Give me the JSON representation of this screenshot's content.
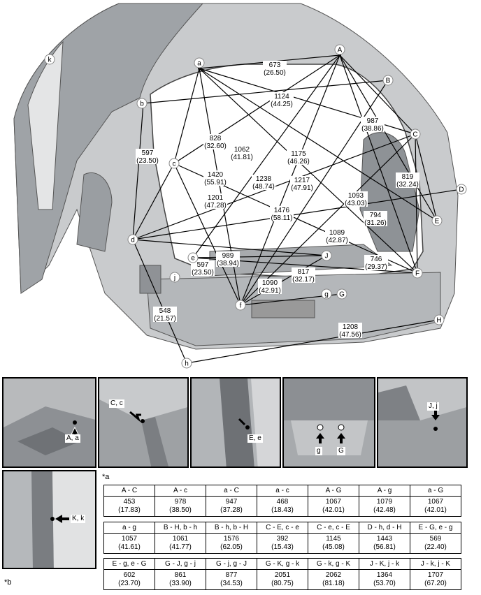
{
  "points": {
    "A": "A",
    "a": "a",
    "B": "B",
    "b": "b",
    "C": "C",
    "c": "c",
    "D": "D",
    "d": "d",
    "E": "E",
    "e": "e",
    "F": "F",
    "f": "f",
    "G": "G",
    "g": "g",
    "h": "h",
    "H": "H",
    "J": "J",
    "j": "j",
    "k": "k"
  },
  "dims": [
    {
      "mm": "673",
      "in": "(26.50)"
    },
    {
      "mm": "1124",
      "in": "(44.25)"
    },
    {
      "mm": "987",
      "in": "(38.86)"
    },
    {
      "mm": "828",
      "in": "(32.60)"
    },
    {
      "mm": "597",
      "in": "(23.50)"
    },
    {
      "mm": "1062",
      "in": "(41.81)"
    },
    {
      "mm": "1175",
      "in": "(46.26)"
    },
    {
      "mm": "819",
      "in": "(32.24)"
    },
    {
      "mm": "1420",
      "in": "(55.91)"
    },
    {
      "mm": "1201",
      "in": "(47.28)"
    },
    {
      "mm": "1238",
      "in": "(48.74)"
    },
    {
      "mm": "1217",
      "in": "(47.91)"
    },
    {
      "mm": "1093",
      "in": "(43.03)"
    },
    {
      "mm": "1476",
      "in": "(58.11)"
    },
    {
      "mm": "794",
      "in": "(31.26)"
    },
    {
      "mm": "1089",
      "in": "(42.87)"
    },
    {
      "mm": "989",
      "in": "(38.94)"
    },
    {
      "mm": "746",
      "in": "(29.37)"
    },
    {
      "mm": "597",
      "in": "(23.50)"
    },
    {
      "mm": "817",
      "in": "(32.17)"
    },
    {
      "mm": "1090",
      "in": "(42.91)"
    },
    {
      "mm": "548",
      "in": "(21.57)"
    },
    {
      "mm": "1208",
      "in": "(47.56)"
    }
  ],
  "details": {
    "Aa": "A, a",
    "Cc": "C, c",
    "Ee": "E, e",
    "g": "g",
    "G": "G",
    "Jj": "J, j",
    "Kk": "K, k"
  },
  "table_label": "*a",
  "fig_label": "*b",
  "table": [
    {
      "h": [
        "A - C",
        "A - c",
        "a - C",
        "a - c",
        "A - G",
        "A - g",
        "a - G"
      ],
      "mm": [
        "453",
        "978",
        "947",
        "468",
        "1067",
        "1079",
        "1067"
      ],
      "in": [
        "(17.83)",
        "(38.50)",
        "(37.28)",
        "(18.43)",
        "(42.01)",
        "(42.48)",
        "(42.01)"
      ]
    },
    {
      "h": [
        "a - g",
        "B - H, b - h",
        "B - h, b - H",
        "C - E, c - e",
        "C - e, c - E",
        "D - h, d - H",
        "E - G, e - g"
      ],
      "mm": [
        "1057",
        "1061",
        "1576",
        "392",
        "1145",
        "1443",
        "569"
      ],
      "in": [
        "(41.61)",
        "(41.77)",
        "(62.05)",
        "(15.43)",
        "(45.08)",
        "(56.81)",
        "(22.40)"
      ]
    },
    {
      "h": [
        "E - g, e - G",
        "G - J, g - j",
        "G - j, g - J",
        "G - K, g - k",
        "G - k, g - K",
        "J - K, j - k",
        "J - k, j - K"
      ],
      "mm": [
        "602",
        "861",
        "877",
        "2051",
        "2062",
        "1364",
        "1707"
      ],
      "in": [
        "(23.70)",
        "(33.90)",
        "(34.53)",
        "(80.75)",
        "(81.18)",
        "(53.70)",
        "(67.20)"
      ]
    }
  ]
}
